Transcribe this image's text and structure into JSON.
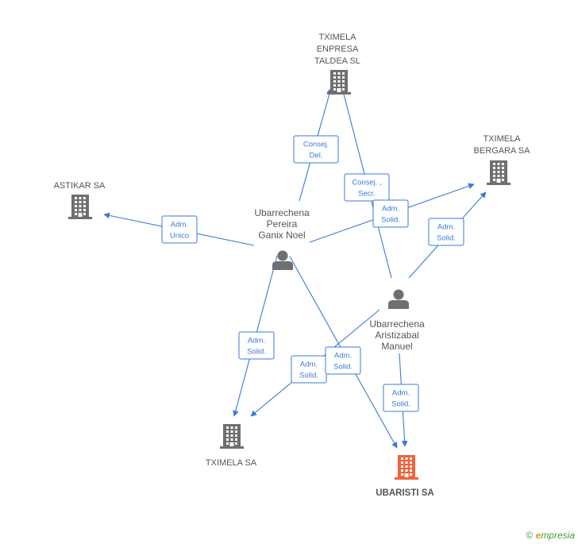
{
  "companies": [
    {
      "id": "taldea",
      "lines": [
        "TXIMELA",
        "ENPRESA",
        "TALDEA SL"
      ],
      "highlight": false
    },
    {
      "id": "bergara",
      "lines": [
        "TXIMELA",
        "BERGARA SA"
      ],
      "highlight": false
    },
    {
      "id": "astikar",
      "lines": [
        "ASTIKAR SA"
      ],
      "highlight": false
    },
    {
      "id": "tximela",
      "lines": [
        "TXIMELA SA"
      ],
      "highlight": false
    },
    {
      "id": "ubaristi",
      "lines": [
        "UBARISTI SA"
      ],
      "highlight": true
    }
  ],
  "people": [
    {
      "id": "ganix",
      "lines": [
        "Ubarrechena",
        "Pereira",
        "Ganix Noel"
      ]
    },
    {
      "id": "manuel",
      "lines": [
        "Ubarrechena",
        "Aristizabal",
        "Manuel"
      ]
    }
  ],
  "relations": [
    {
      "from": "ganix",
      "to": "taldea",
      "label": [
        "Consej.",
        "Del."
      ]
    },
    {
      "from": "manuel",
      "to": "taldea",
      "label": [
        "Consej. ,",
        "Secr."
      ]
    },
    {
      "from": "ganix",
      "to": "bergara",
      "label": [
        "Adm.",
        "Solid."
      ]
    },
    {
      "from": "manuel",
      "to": "bergara",
      "label": [
        "Adm.",
        "Solid."
      ]
    },
    {
      "from": "ganix",
      "to": "astikar",
      "label": [
        "Adm.",
        "Unico"
      ]
    },
    {
      "from": "ganix",
      "to": "tximela",
      "label": [
        "Adm.",
        "Solid."
      ]
    },
    {
      "from": "manuel",
      "to": "tximela",
      "label": [
        "Adm.",
        "Solid."
      ]
    },
    {
      "from": "ganix",
      "to": "ubaristi",
      "label": [
        "Adm.",
        "Solid."
      ]
    },
    {
      "from": "manuel",
      "to": "ubaristi",
      "label": [
        "Adm.",
        "Solid."
      ]
    }
  ],
  "colors": {
    "edge": "#3a7bd5",
    "building": "#6f6f6f",
    "building_highlight": "#f0643a",
    "person": "#6f6f6f",
    "text": "#555555"
  },
  "watermark": {
    "copyright": "©",
    "brand_first": "e",
    "brand_rest": "mpresia"
  }
}
